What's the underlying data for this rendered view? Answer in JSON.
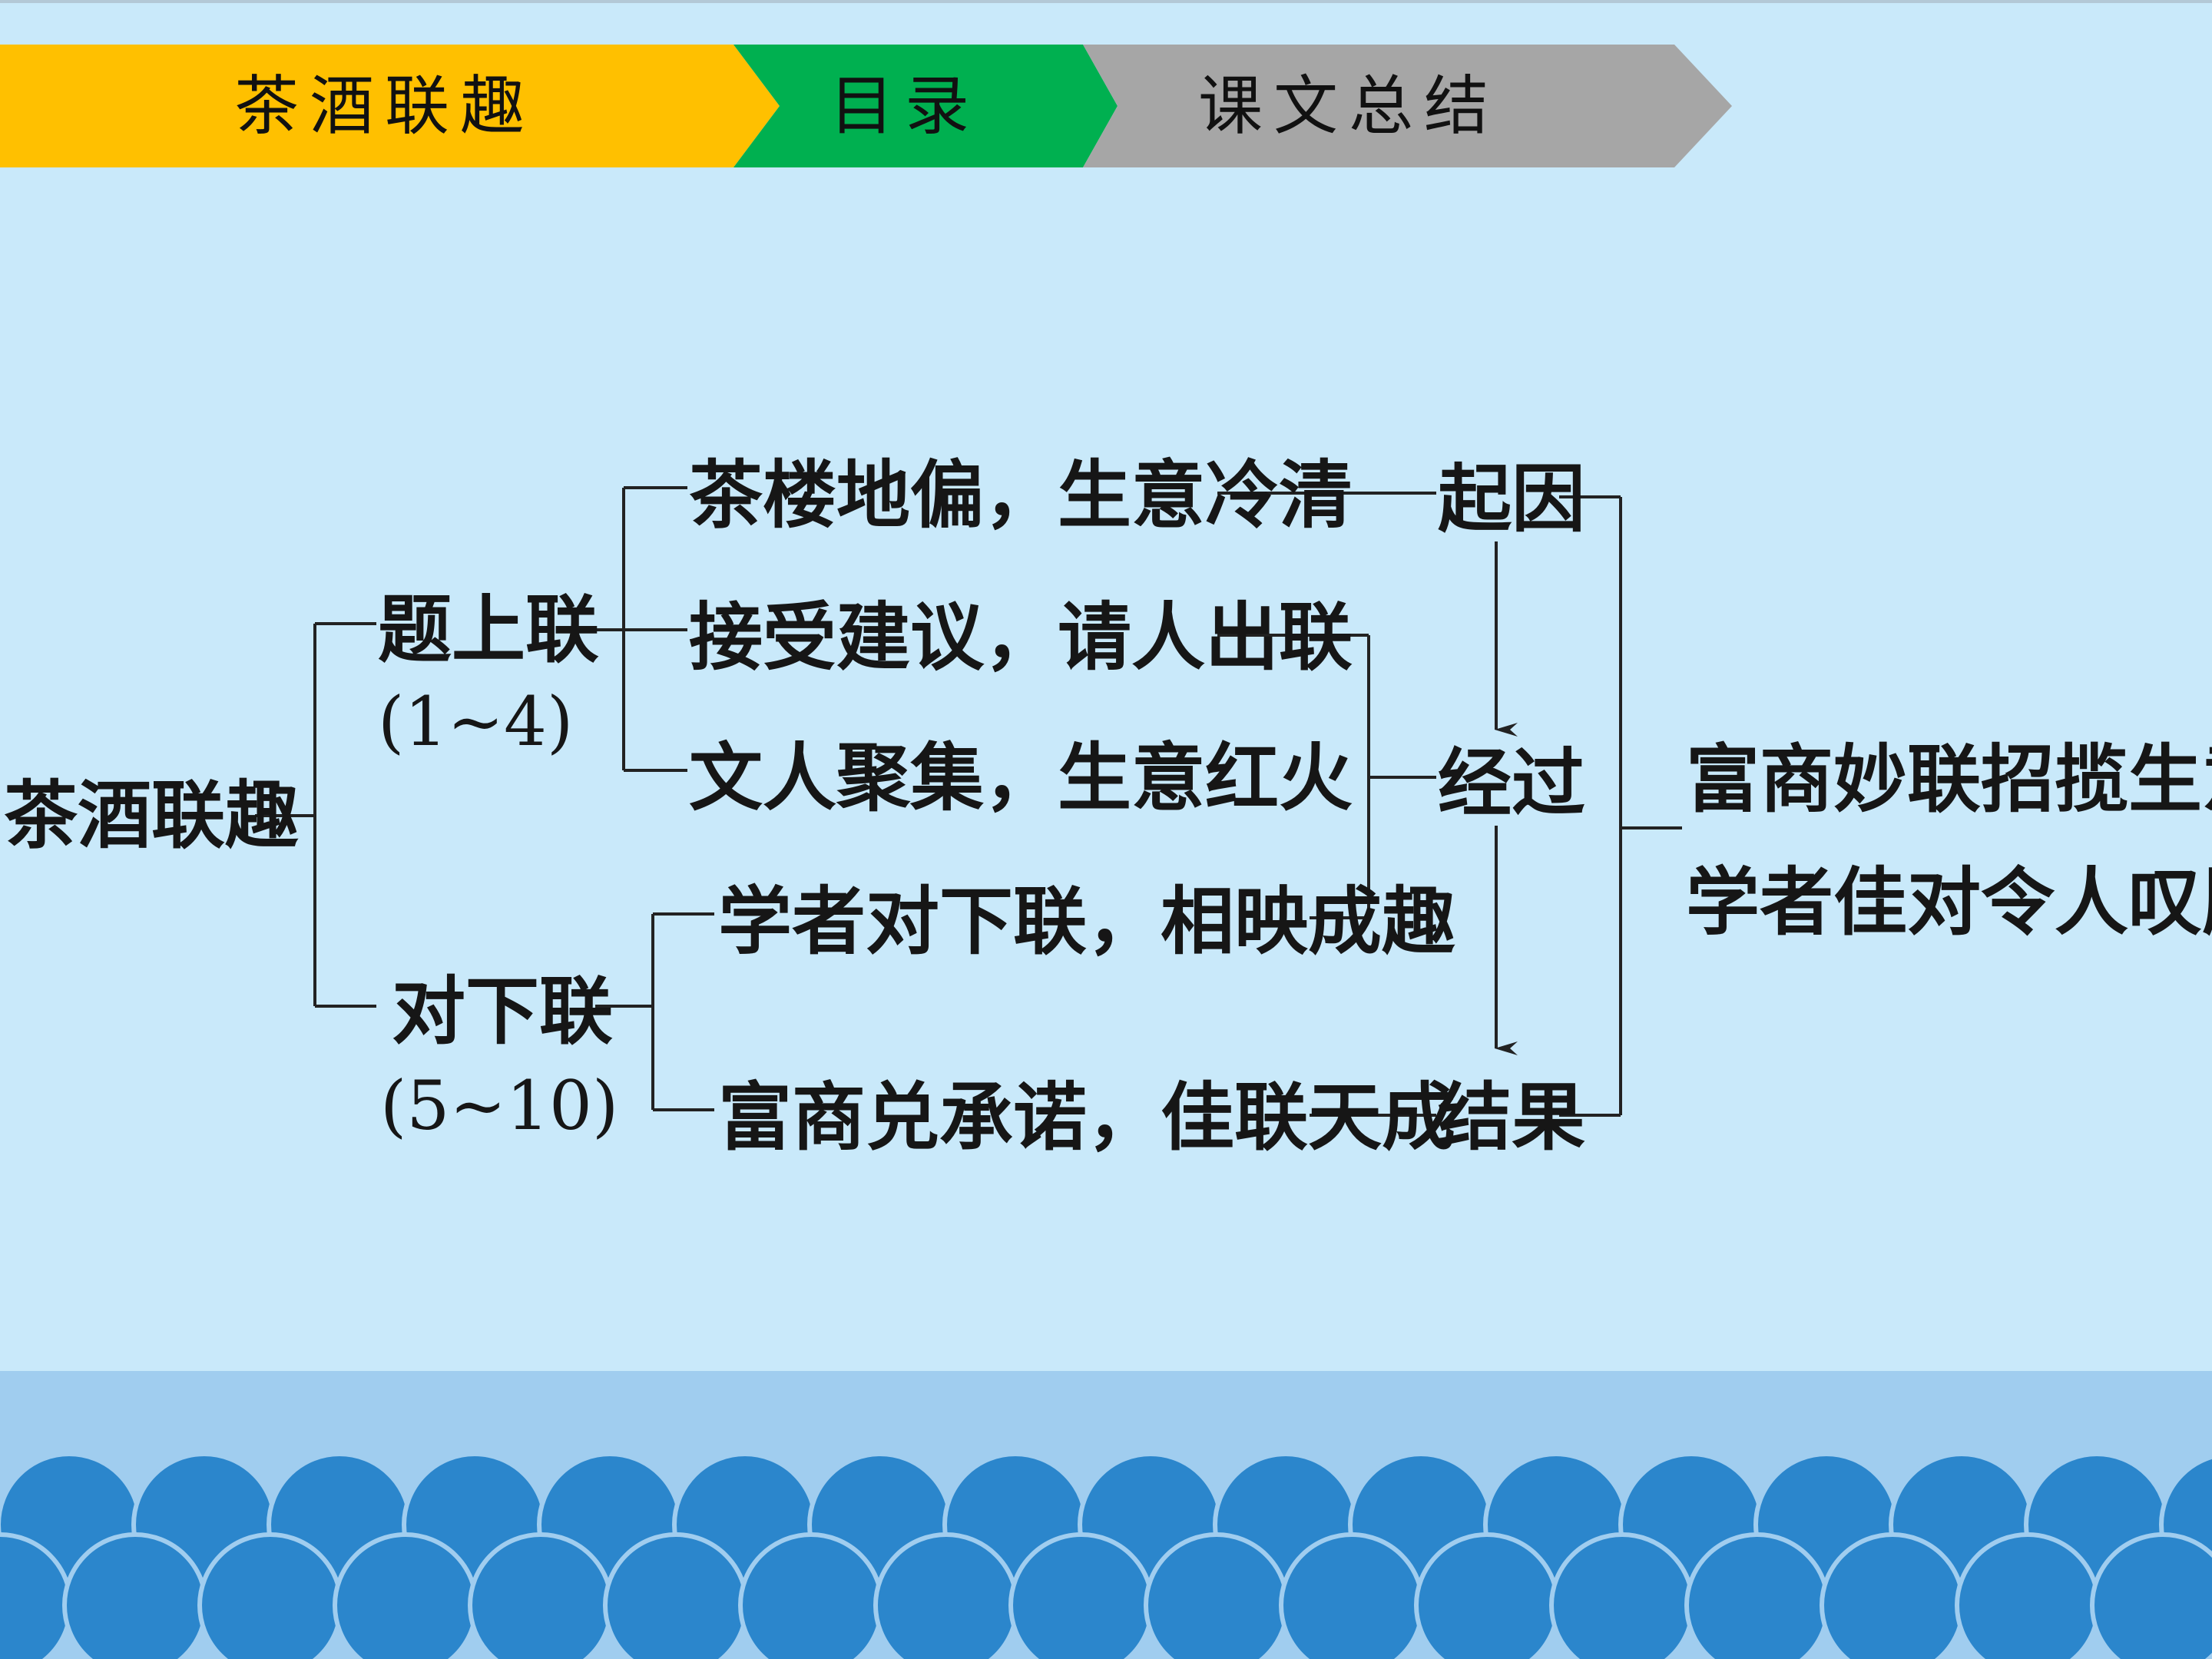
{
  "nav": {
    "tabs": [
      {
        "label": "茶酒联趣",
        "color": "#ffc000"
      },
      {
        "label": "目录",
        "color": "#00b050"
      },
      {
        "label": "课文总结",
        "color": "#a6a6a6"
      }
    ]
  },
  "diagram": {
    "root": "茶酒联趣",
    "branches": [
      {
        "label": "题上联",
        "range": "(1~4)"
      },
      {
        "label": "对下联",
        "range": "(5~10)"
      }
    ],
    "events": [
      "茶楼地偏，生意冷清",
      "接受建议，请人出联",
      "文人聚集，生意红火",
      "学者对下联，相映成趣",
      "富商兑承诺，佳联天成"
    ],
    "stages": [
      "起因",
      "经过",
      "结果"
    ],
    "summary": [
      "富商妙联招揽生意",
      "学者佳对令人叹服"
    ]
  },
  "colors": {
    "background": "#c9e9fa",
    "footer_band": "#a0cdef",
    "scallop": "#2b86cc",
    "line": "#222222"
  }
}
